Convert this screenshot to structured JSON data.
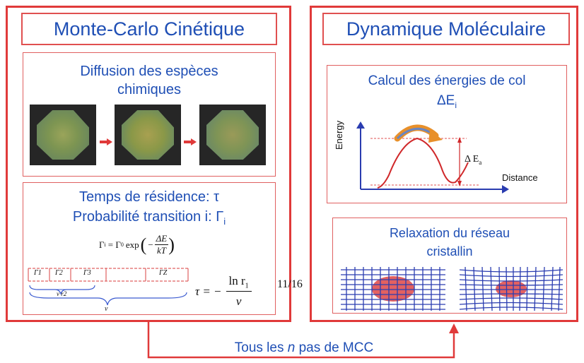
{
  "left": {
    "title": "Monte-Carlo Cinétique",
    "diffusion": "Diffusion des espèces chimiques",
    "residence_time": "Temps de résidence: τ",
    "transition_prob": "Probabilité transition i: Γ",
    "transition_prob_sub": "i",
    "formula_gamma_lhs": "Γ",
    "formula_gamma_lhs_sub": "i",
    "formula_gamma_eq": "= Γ",
    "formula_gamma_eq_sub": "0",
    "formula_gamma_exp": "exp",
    "formula_gamma_num": "ΔE",
    "formula_gamma_den": "kT",
    "formula_tau_lhs": "τ = −",
    "formula_tau_num": "ln r",
    "formula_tau_num_sub": "1",
    "formula_tau_den": "ν",
    "bar_cells": [
      "Γ1",
      "Γ2",
      "Γ3",
      "",
      "ΓZ"
    ],
    "bar_brace_small": "ν r2",
    "bar_brace_big": "ν"
  },
  "right": {
    "title": "Dynamique Moléculaire",
    "calc_line1": "Calcul des énergies de col",
    "calc_line2": "ΔE",
    "calc_line2_sub": "i",
    "axis_y": "Energy",
    "axis_x": "Distance",
    "barrier_label": "Δ E",
    "barrier_label_sub": "a",
    "relax_line1": "Relaxation du réseau",
    "relax_line2": "cristallin"
  },
  "page_number": "11/16",
  "bottom_link": {
    "prefix": "Tous les",
    "n": "n",
    "suffix": "pas de MCC"
  },
  "colors": {
    "accent_red": "#e03a3a",
    "title_blue": "#1f4fb5",
    "curve_red": "#d0282a",
    "orange_arrow": "#e8902a",
    "lattice_blue": "#2a3cb0"
  }
}
